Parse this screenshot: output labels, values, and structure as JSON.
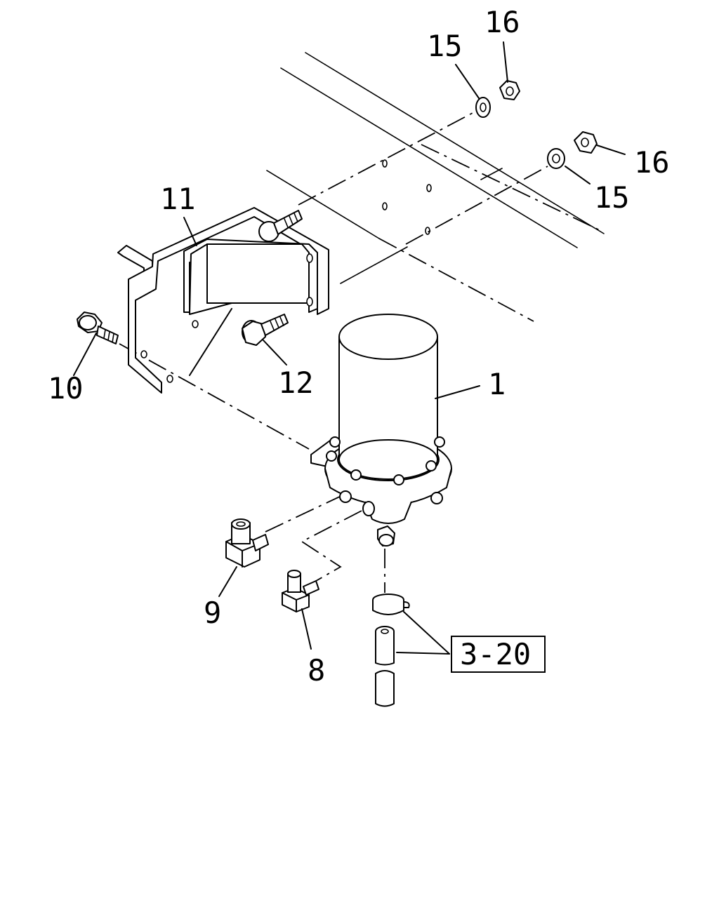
{
  "callouts": {
    "p1": "1",
    "p8": "8",
    "p9": "9",
    "p10": "10",
    "p11": "11",
    "p12": "12",
    "p15a": "15",
    "p15b": "15",
    "p16a": "16",
    "p16b": "16"
  },
  "reference_box": "3-20"
}
